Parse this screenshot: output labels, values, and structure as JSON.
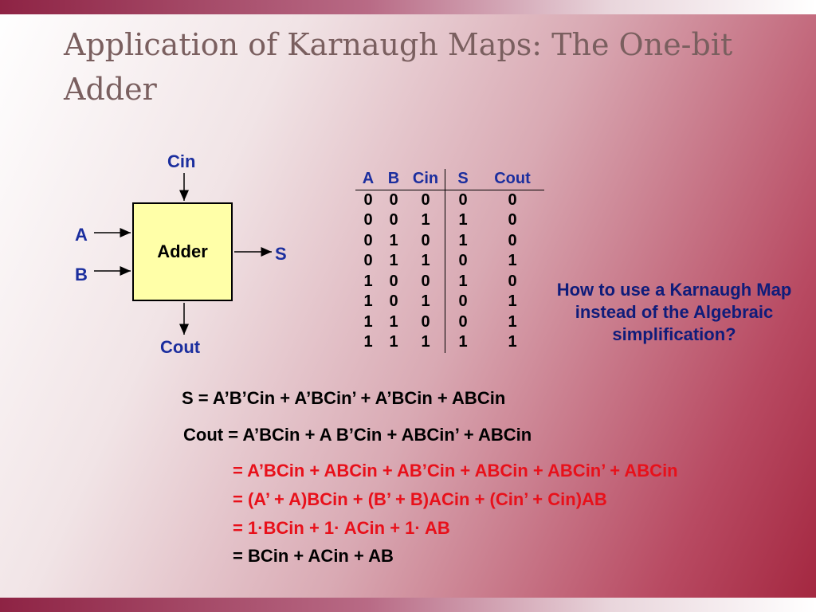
{
  "slide": {
    "title": "Application of Karnaugh Maps: The One-bit Adder"
  },
  "diagram": {
    "box_label": "Adder",
    "input_cin": "Cin",
    "input_a": "A",
    "input_b": "B",
    "output_s": "S",
    "output_cout": "Cout"
  },
  "truth_table": {
    "headers": [
      "A",
      "B",
      "Cin",
      "S",
      "Cout"
    ],
    "rows": [
      [
        "0",
        "0",
        "0",
        "0",
        "0"
      ],
      [
        "0",
        "0",
        "1",
        "1",
        "0"
      ],
      [
        "0",
        "1",
        "0",
        "1",
        "0"
      ],
      [
        "0",
        "1",
        "1",
        "0",
        "1"
      ],
      [
        "1",
        "0",
        "0",
        "1",
        "0"
      ],
      [
        "1",
        "0",
        "1",
        "0",
        "1"
      ],
      [
        "1",
        "1",
        "0",
        "0",
        "1"
      ],
      [
        "1",
        "1",
        "1",
        "1",
        "1"
      ]
    ]
  },
  "question": "How to use a Karnaugh Map instead of the Algebraic simplification?",
  "equations": {
    "s_eq": "S = A’B’Cin + A’BCin’ + A’BCin + ABCin",
    "cout_eq": "Cout = A’BCin + A B’Cin + ABCin’ + ABCin",
    "step1": "= A’BCin + ABCin + AB’Cin + ABCin + ABCin’ + ABCin",
    "step2": "= (A’ + A)BCin + (B’ + B)ACin + (Cin’ + Cin)AB",
    "step3": "= 1·BCin + 1· ACin + 1· AB",
    "step4": "= BCin + ACin + AB"
  },
  "colors": {
    "label_blue": "#1b2e9e",
    "box_fill": "#ffffa8",
    "red_text": "#e8101a",
    "title": "#7a5f5f"
  }
}
